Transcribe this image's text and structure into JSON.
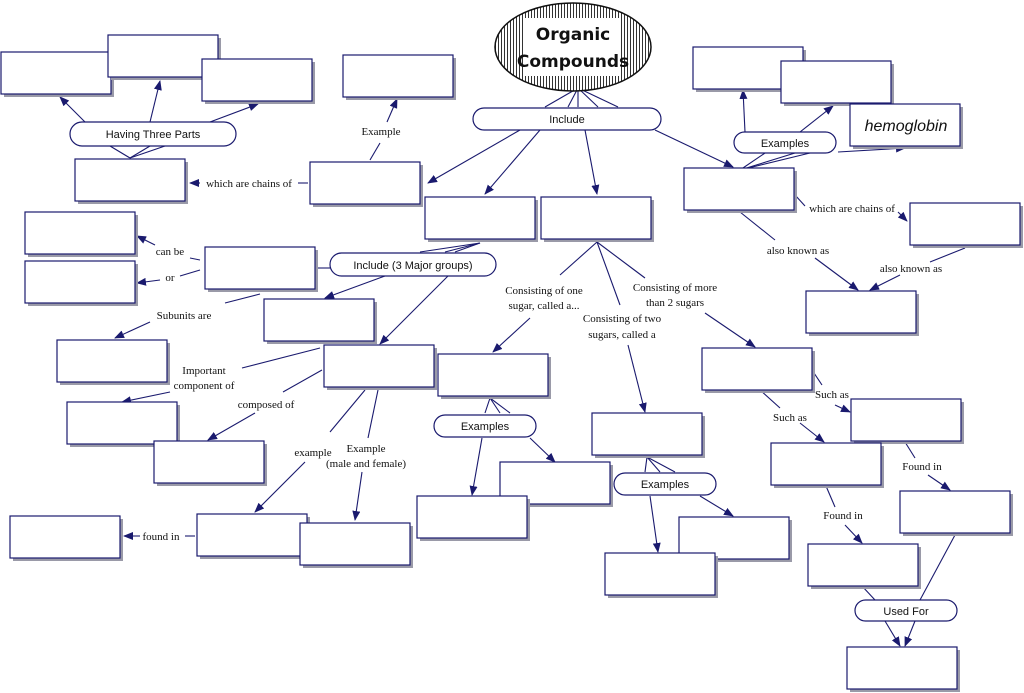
{
  "title": {
    "line1": "Organic",
    "line2": "Compounds"
  },
  "pills": {
    "include": "Include",
    "having_three_parts": "Having Three Parts",
    "examples_protein": "Examples",
    "include_3_major": "Include (3 Major groups)",
    "examples_disaccharide": "Examples",
    "examples_polysaccharide": "Examples",
    "used_for": "Used For"
  },
  "labels": {
    "example_top": "Example",
    "which_are_chains_of_left": "which are chains of",
    "which_are_chains_of_right": "which are chains of",
    "also_known_as_1": "also known as",
    "also_known_as_2": "also known as",
    "can_be": "can be",
    "or": "or",
    "subunits_are": "Subunits are",
    "important_1": "Important",
    "important_2": "component of",
    "composed_of": "composed of",
    "example_lipid": "example",
    "example_mf_1": "Example",
    "example_mf_2": "(male and female)",
    "found_in_left": "found in",
    "mono_1": "Consisting of one",
    "mono_2": "sugar, called a...",
    "di_1": "Consisting of two",
    "di_2": "sugars, called a",
    "poly_1": "Consisting of more",
    "poly_2": "than 2 sugars",
    "such_as_1": "Such as",
    "such_as_2": "Such as",
    "found_in_1": "Found in",
    "found_in_2": "Found in"
  },
  "boxes": {
    "hemoglobin": "hemoglobin"
  },
  "colors": {
    "stroke": "#1a1a6e",
    "shadow": "#9a9aa8"
  }
}
